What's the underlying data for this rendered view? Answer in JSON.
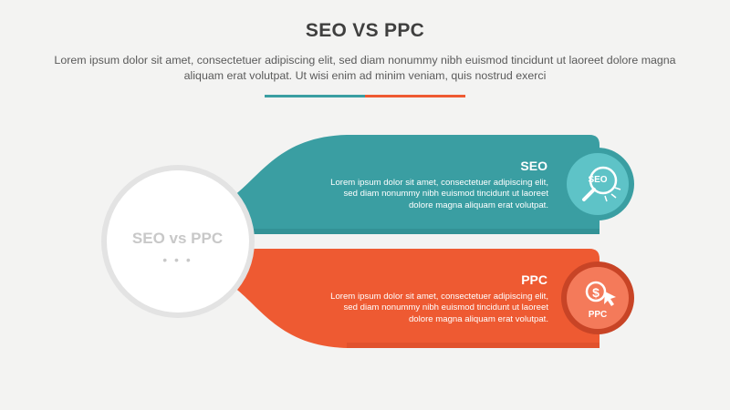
{
  "header": {
    "title": "SEO VS PPC",
    "subtitle": "Lorem ipsum dolor sit amet, consectetuer adipiscing elit, sed diam nonummy nibh euismod tincidunt ut laoreet dolore magna aliquam erat volutpat. Ut wisi enim ad minim veniam, quis nostrud exerci"
  },
  "colors": {
    "teal": "#3a9ea2",
    "teal_light": "#5ec3c7",
    "orange": "#ee5a32",
    "orange_dark": "#c84426",
    "orange_light": "#f47a5a",
    "gray_ring": "#e3e3e3",
    "text_gray": "#c8c8c8"
  },
  "center": {
    "label": "SEO vs PPC",
    "dots": "• • •"
  },
  "items": [
    {
      "title": "SEO",
      "body": "Lorem ipsum dolor sit amet, consectetuer adipiscing elit, sed diam nonummy nibh euismod tincidunt ut laoreet dolore magna aliquam erat volutpat.",
      "icon": "magnifier-seo-icon",
      "icon_label": "SEO"
    },
    {
      "title": "PPC",
      "body": "Lorem ipsum dolor sit amet, consectetuer adipiscing elit, sed diam nonummy nibh euismod tincidunt ut laoreet dolore magna aliquam erat volutpat.",
      "icon": "dollar-click-icon",
      "icon_label": "PPC"
    }
  ]
}
